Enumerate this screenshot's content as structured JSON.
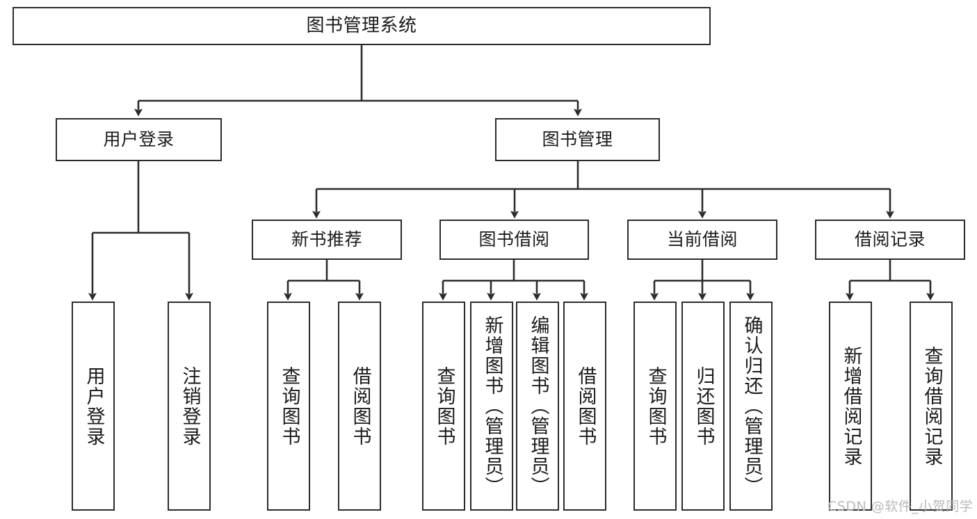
{
  "diagram": {
    "type": "tree",
    "title": "图书管理系统",
    "root": {
      "label": "图书管理系统"
    },
    "level2": [
      {
        "label": "用户登录"
      },
      {
        "label": "图书管理"
      }
    ],
    "level3": [
      {
        "label": "新书推荐"
      },
      {
        "label": "图书借阅"
      },
      {
        "label": "当前借阅"
      },
      {
        "label": "借阅记录"
      }
    ],
    "leaves_user_login": [
      {
        "label": "用户登录"
      },
      {
        "label": "注销登录"
      }
    ],
    "leaves_new_books": [
      {
        "label": "查询图书"
      },
      {
        "label": "借阅图书"
      }
    ],
    "leaves_borrow": [
      {
        "label": "查询图书"
      },
      {
        "label": "新增图书（管理员）"
      },
      {
        "label": "编辑图书（管理员）"
      },
      {
        "label": "借阅图书"
      }
    ],
    "leaves_current": [
      {
        "label": "查询图书"
      },
      {
        "label": "归还图书"
      },
      {
        "label": "确认归还（管理员）"
      }
    ],
    "leaves_records": [
      {
        "label": "新增借阅记录"
      },
      {
        "label": "查询借阅记录"
      }
    ]
  },
  "watermark": {
    "text": "CSDN @软件_小贺同学"
  },
  "colors": {
    "stroke": "#2b2b2b",
    "fill": "#ffffff",
    "text": "#1a1a1a",
    "watermark": "#b9b9b9"
  }
}
